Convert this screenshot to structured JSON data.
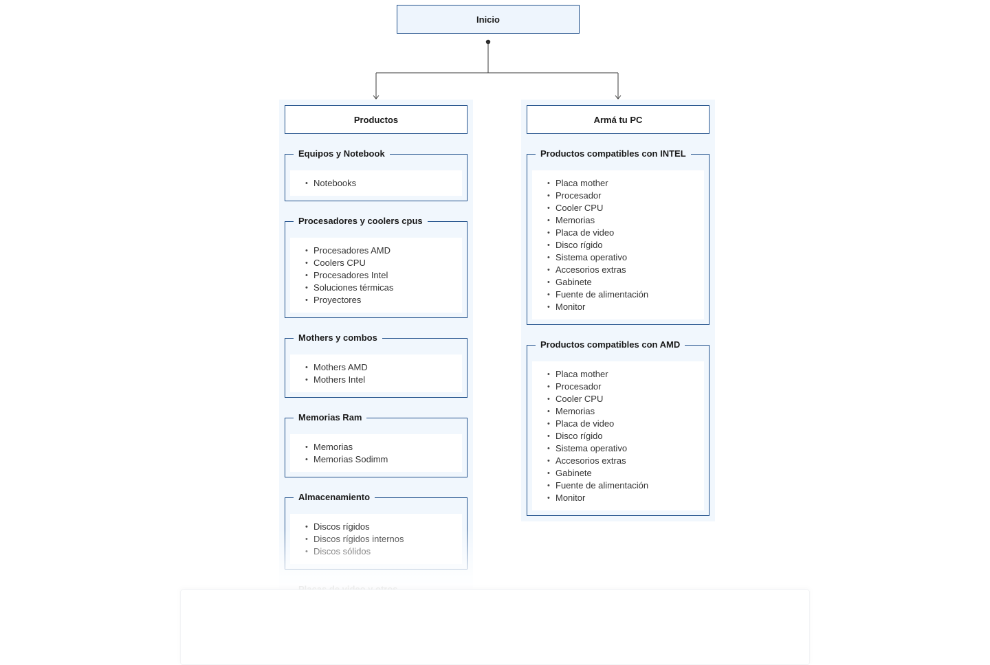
{
  "root": {
    "label": "Inicio"
  },
  "columns": [
    {
      "header": "Productos",
      "groups": [
        {
          "title": "Equipos y Notebook",
          "items": [
            "Notebooks"
          ]
        },
        {
          "title": "Procesadores y coolers cpus",
          "items": [
            "Procesadores AMD",
            "Coolers CPU",
            "Procesadores Intel",
            "Soluciones térmicas",
            "Proyectores"
          ]
        },
        {
          "title": "Mothers y combos",
          "items": [
            "Mothers AMD",
            "Mothers Intel"
          ]
        },
        {
          "title": "Memorias Ram",
          "items": [
            "Memorias",
            "Memorias Sodimm"
          ]
        },
        {
          "title": "Almacenamiento",
          "items": [
            "Discos rígidos",
            "Discos rígidos internos",
            "Discos sólidos"
          ]
        },
        {
          "title": "Placas de video y otros",
          "items": []
        }
      ]
    },
    {
      "header": "Armá tu PC",
      "groups": [
        {
          "title": "Productos compatibles con INTEL",
          "items": [
            "Placa mother",
            "Procesador",
            "Cooler CPU",
            "Memorias",
            "Placa de video",
            "Disco rígido",
            "Sistema operativo",
            "Accesorios extras",
            "Gabinete",
            "Fuente de alimentación",
            "Monitor"
          ]
        },
        {
          "title": "Productos compatibles con AMD",
          "items": [
            "Placa mother",
            "Procesador",
            "Cooler CPU",
            "Memorias",
            "Placa de video",
            "Disco rígido",
            "Sistema operativo",
            "Accesorios extras",
            "Gabinete",
            "Fuente de alimentación",
            "Monitor"
          ]
        }
      ]
    }
  ],
  "colors": {
    "border": "#1f4f8a",
    "panel": "#f1f7fd",
    "root_fill": "#eef5fd"
  }
}
